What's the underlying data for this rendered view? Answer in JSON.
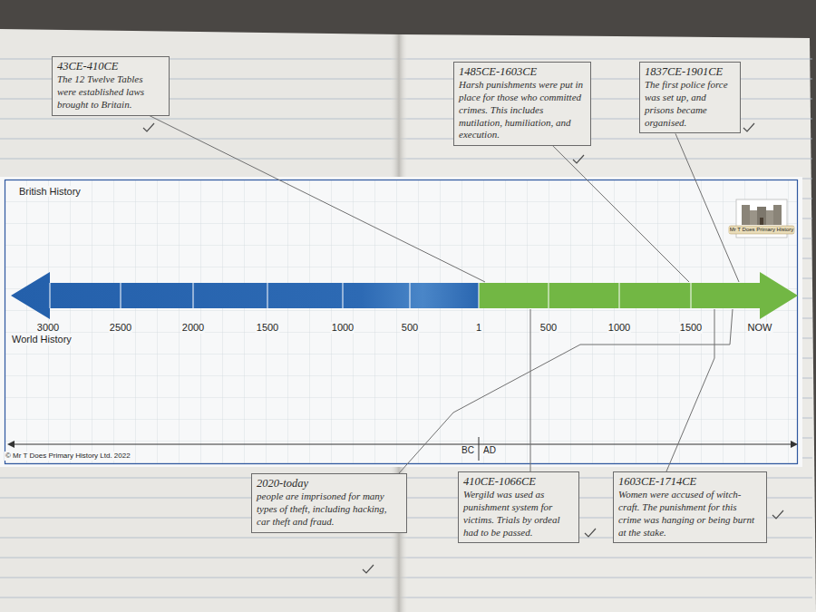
{
  "diagram": {
    "nodes": [
      {
        "text": [
          "43CE-410CE",
          "The 12 Twelve Tables were established laws brought to Britain."
        ]
      },
      {
        "text": [
          "1485CE-1603CE",
          "Harsh punishments were put in place for those who committed crimes. This includes mutilation, humiliation, and execution."
        ]
      },
      {
        "text": [
          "1837CE-1901CE",
          "The first police force was set up, and prisons became organised."
        ]
      },
      {
        "text": [
          "British History"
        ]
      },
      {
        "text": [
          "2020-today",
          "people are imprisoned for many types of theft, including hacking, car theft and fraud."
        ]
      },
      {
        "text": [
          "410CE-1066CE",
          "Wergild was used as punishment system for victims. Trials by ordeal had to be passed."
        ]
      },
      {
        "text": [
          "1603CE-1714CE",
          "Women were accused of witch-craft. The punishment for this crime was hanging or being burnt at the stake."
        ]
      }
    ],
    "edges": [
      {
        "from": 0,
        "to": 3,
        "arrow": "none"
      },
      {
        "from": 1,
        "to": 3,
        "arrow": "none"
      },
      {
        "from": 2,
        "to": 3,
        "arrow": "none"
      },
      {
        "from": 4,
        "to": 3,
        "arrow": "none"
      },
      {
        "from": 5,
        "to": 3,
        "arrow": "none"
      },
      {
        "from": 6,
        "to": 3,
        "arrow": "none"
      }
    ],
    "labels": [
      "World History",
      "3000",
      "2500",
      "2000",
      "1500",
      "1000",
      "500",
      "1",
      "500",
      "1000",
      "1500",
      "NOW",
      "BC",
      "AD",
      "© Mr T Does Primary History Ltd. 2022",
      "Mr T Does Primary History"
    ]
  }
}
